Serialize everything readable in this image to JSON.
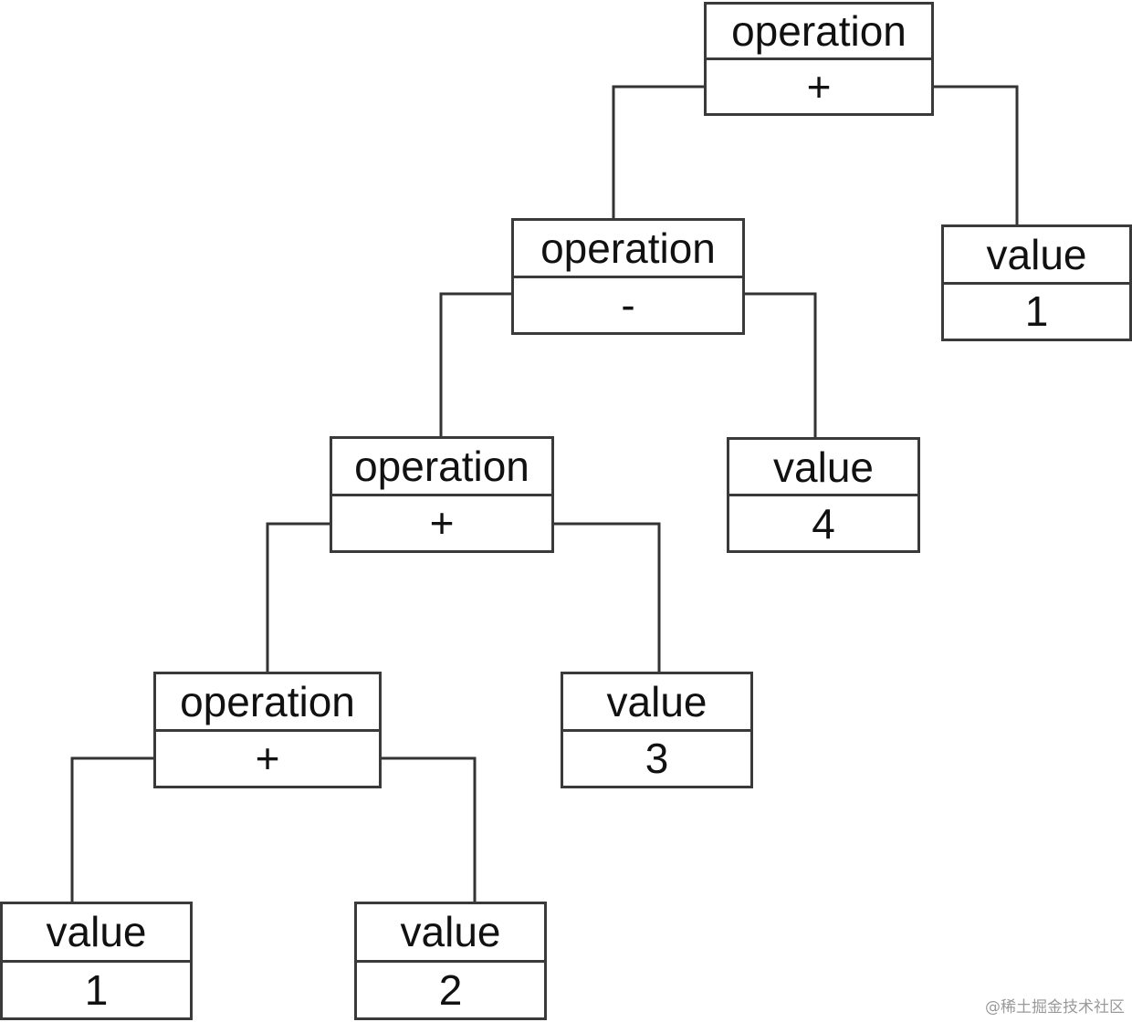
{
  "nodes": {
    "root": {
      "kind": "operation",
      "val": "+"
    },
    "op2": {
      "kind": "operation",
      "val": "-"
    },
    "v1a": {
      "kind": "value",
      "val": "1"
    },
    "op3": {
      "kind": "operation",
      "val": "+"
    },
    "v4": {
      "kind": "value",
      "val": "4"
    },
    "op4": {
      "kind": "operation",
      "val": "+"
    },
    "v3": {
      "kind": "value",
      "val": "3"
    },
    "v1b": {
      "kind": "value",
      "val": "1"
    },
    "v2": {
      "kind": "value",
      "val": "2"
    }
  },
  "edges": [
    [
      "root",
      "op2"
    ],
    [
      "root",
      "v1a"
    ],
    [
      "op2",
      "op3"
    ],
    [
      "op2",
      "v4"
    ],
    [
      "op3",
      "op4"
    ],
    [
      "op3",
      "v3"
    ],
    [
      "op4",
      "v1b"
    ],
    [
      "op4",
      "v2"
    ]
  ],
  "watermark": "@稀土掘金技术社区"
}
